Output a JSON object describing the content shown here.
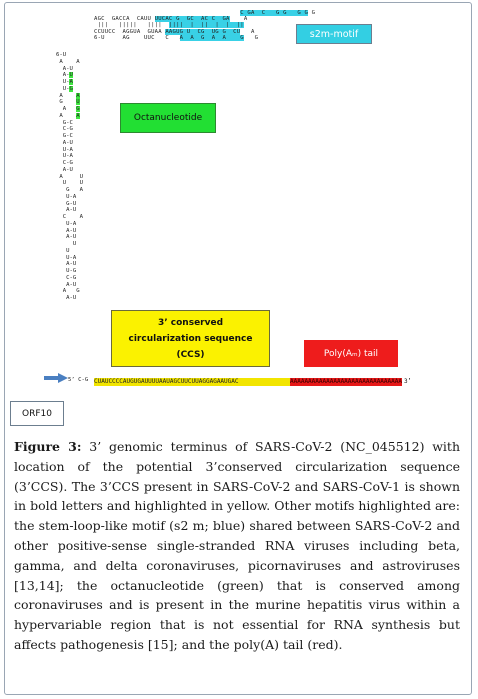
{
  "figure": {
    "s2m_label": "s2m-motif",
    "octa_label": "Octanucleotide",
    "ccs_label_lines": [
      "3’ conserved",
      "circularization sequence",
      "(CCS)"
    ],
    "poly_label": "Poly(Aₘ) tail",
    "orf_label": "ORF10",
    "five_prime": "5’ C-G",
    "three_prime": "3’",
    "ccs_sequence": "CUAUCCCCAUGUGAUUUUAAUAGCUUCUUAGGAGAAUGAC",
    "poly_sequence": "AAAAAAAAAAAAAAAAAAAAAAAAAAAAAAAAAAAAAA",
    "colors": {
      "s2m": "#33cfe3",
      "octa": "#22df33",
      "ccs": "#fbf200",
      "poly": "#ee1c1c",
      "arrow": "#4a7fc1"
    }
  },
  "caption": {
    "label": "Figure 3:",
    "text": " 3’ genomic terminus of SARS-CoV-2 (NC_045512) with location of the potential 3’conserved circularization sequence (3’CCS). The 3’CCS present in SARS-CoV-2 and SARS-CoV-1 is shown in bold letters and highlighted in yellow. Other motifs highlighted are: the stem-loop-like motif (s2 m; blue) shared between SARS-CoV-2 and other positive-sense single-stranded RNA viruses including beta, gamma, and delta coronaviruses, picornaviruses and astroviruses [13,14]; the octanucleotide (green) that is conserved among coronaviruses and is present in the murine hepatitis virus within a hypervariable region that is not essential for RNA synthesis but affects pathogenesis [15]; and the poly(A) tail (red)."
  }
}
